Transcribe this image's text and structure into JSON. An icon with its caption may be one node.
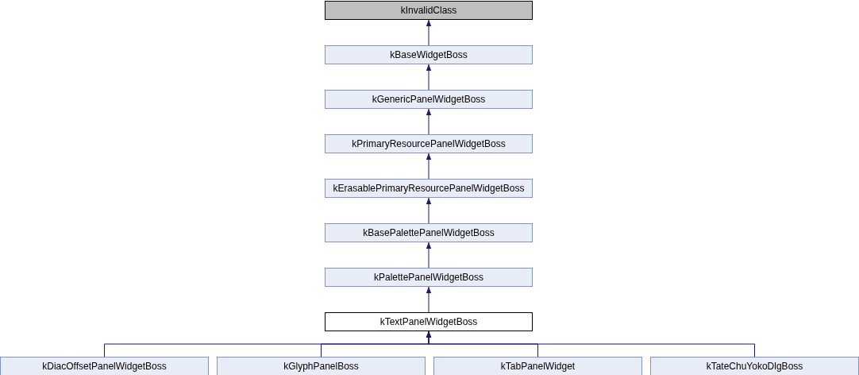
{
  "diagram": {
    "nodes": [
      {
        "text": [
          "kInvalidClass"
        ]
      },
      {
        "text": [
          "kBaseWidgetBoss"
        ]
      },
      {
        "text": [
          "kGenericPanelWidgetBoss"
        ]
      },
      {
        "text": [
          "kPrimaryResourcePanelWidgetBoss"
        ]
      },
      {
        "text": [
          "kErasablePrimaryResourcePanelWidgetBoss"
        ]
      },
      {
        "text": [
          "kBasePalettePanelWidgetBoss"
        ]
      },
      {
        "text": [
          "kPalettePanelWidgetBoss"
        ]
      },
      {
        "text": [
          "kTextPanelWidgetBoss"
        ]
      },
      {
        "text": [
          "kDiacOffsetPanelWidgetBoss"
        ]
      },
      {
        "text": [
          "kGlyphPanelBoss"
        ]
      },
      {
        "text": [
          "kTabPanelWidget"
        ]
      },
      {
        "text": [
          "kTateChuYokoDlgBoss"
        ]
      }
    ],
    "edges": [
      {
        "from": 1,
        "to": 0,
        "arrow": "to"
      },
      {
        "from": 2,
        "to": 1,
        "arrow": "to"
      },
      {
        "from": 3,
        "to": 2,
        "arrow": "to"
      },
      {
        "from": 4,
        "to": 3,
        "arrow": "to"
      },
      {
        "from": 5,
        "to": 4,
        "arrow": "to"
      },
      {
        "from": 6,
        "to": 5,
        "arrow": "to"
      },
      {
        "from": 7,
        "to": 6,
        "arrow": "to"
      },
      {
        "from": 8,
        "to": 7,
        "arrow": "to"
      },
      {
        "from": 9,
        "to": 7,
        "arrow": "to"
      },
      {
        "from": 10,
        "to": 7,
        "arrow": "to"
      },
      {
        "from": 11,
        "to": 7,
        "arrow": "to"
      }
    ]
  }
}
